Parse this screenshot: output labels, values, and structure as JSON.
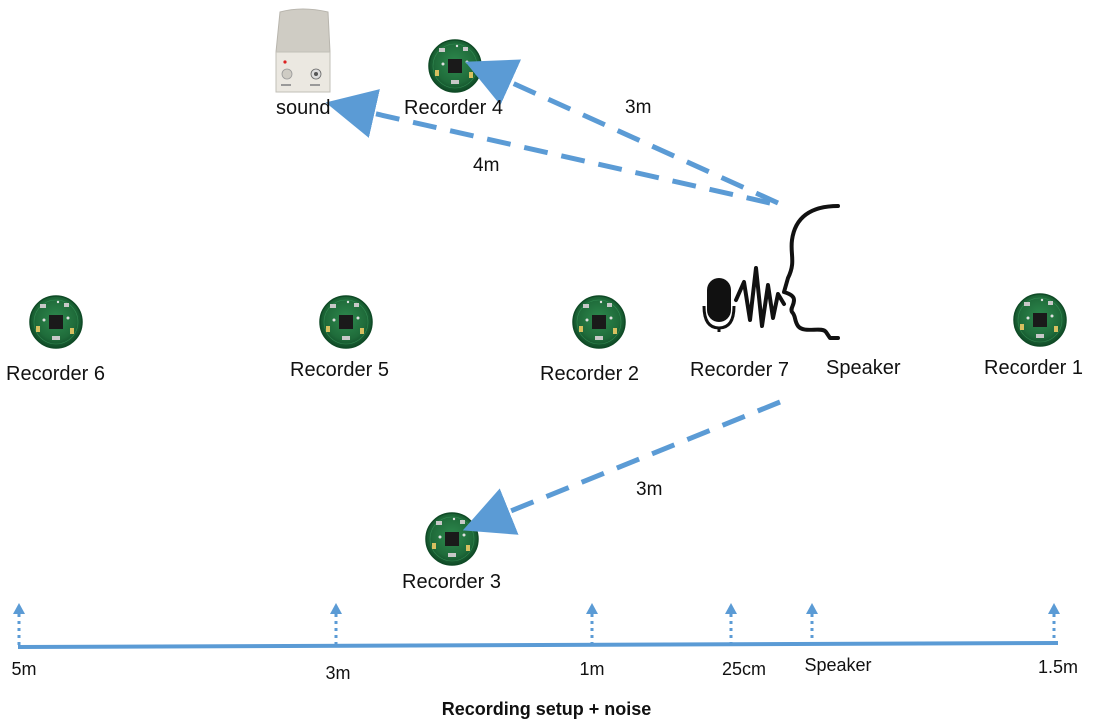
{
  "recorders": [
    {
      "id": "recorder-6",
      "label": "Recorder 6"
    },
    {
      "id": "recorder-5",
      "label": "Recorder 5"
    },
    {
      "id": "recorder-2",
      "label": "Recorder 2"
    },
    {
      "id": "recorder-7",
      "label": "Recorder 7"
    },
    {
      "id": "recorder-1",
      "label": "Recorder 1"
    },
    {
      "id": "recorder-4",
      "label": "Recorder 4"
    },
    {
      "id": "recorder-3",
      "label": "Recorder 3"
    }
  ],
  "speaker_label": "Speaker",
  "sound_label": "sound",
  "distances": {
    "to_recorder4": "3m",
    "to_sound": "4m",
    "to_recorder3": "3m"
  },
  "axis_ticks": [
    "5m",
    "3m",
    "1m",
    "25cm",
    "Speaker",
    "1.5m"
  ],
  "caption": "Recording setup + noise",
  "colors": {
    "arrow": "#5b9bd5",
    "board_green": "#1f6b3a",
    "board_edge": "#0f4a26",
    "speaker_device": "#d9d6cf"
  },
  "icons": [
    "speaker-device-icon",
    "microphone-icon",
    "sound-wave-icon",
    "human-head-icon"
  ]
}
